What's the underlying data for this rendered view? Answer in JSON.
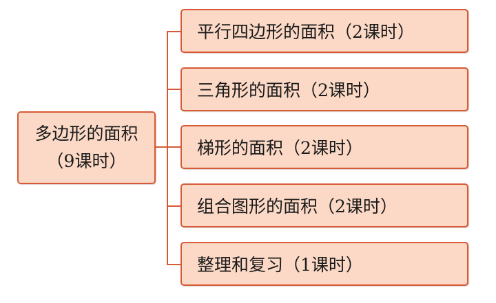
{
  "root": {
    "line1": "多边形的面积",
    "line2": "（9课时）"
  },
  "children": [
    {
      "label": "平行四边形的面积（2课时）"
    },
    {
      "label": "三角形的面积（2课时）"
    },
    {
      "label": "梯形的面积（2课时）"
    },
    {
      "label": "组合图形的面积（2课时）"
    },
    {
      "label": "整理和复习（1课时）"
    }
  ],
  "colors": {
    "box_fill": "#fbd9c6",
    "box_border": "#d65a35",
    "connector": "#d65a35"
  }
}
